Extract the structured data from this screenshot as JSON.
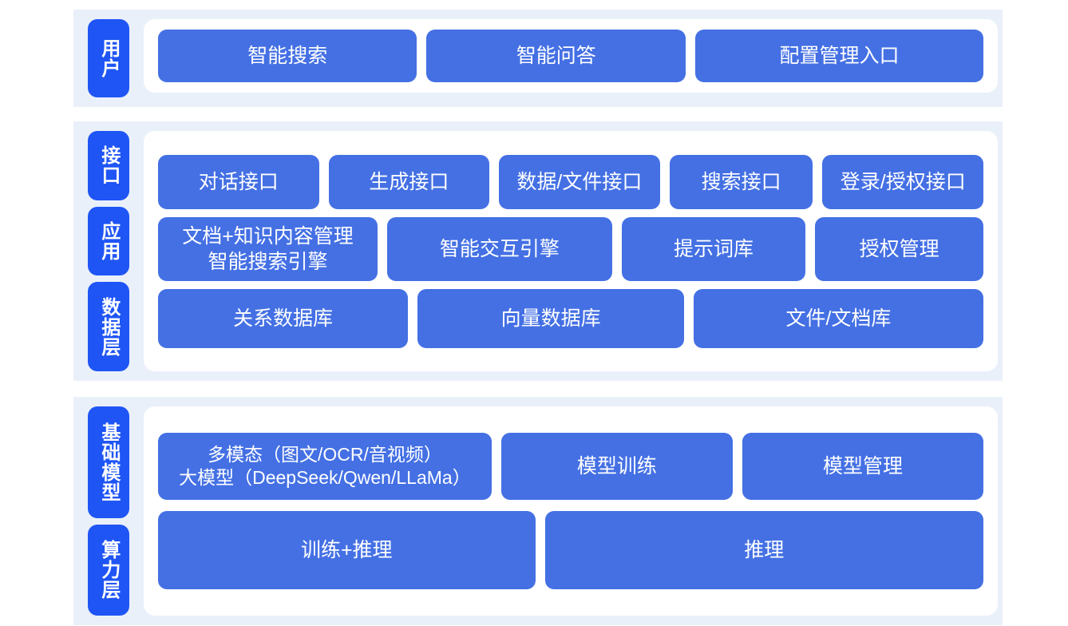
{
  "colors": {
    "band_background": "#eaf0fa",
    "panel_background": "#ffffff",
    "tab_blue": "#1f55f5",
    "box_blue": "#4470e4",
    "text_white": "#ffffff",
    "page_background": "#ffffff"
  },
  "bands": [
    {
      "id": "user",
      "tabs": [
        {
          "label": "用户"
        }
      ],
      "rows": [
        {
          "id": "user-entries",
          "boxes": [
            {
              "lines": [
                "智能搜索"
              ],
              "flex": 1
            },
            {
              "lines": [
                "智能问答"
              ],
              "flex": 1
            },
            {
              "lines": [
                "配置管理入口"
              ],
              "flex": 1.12
            }
          ]
        }
      ]
    },
    {
      "id": "core",
      "tabs": [
        {
          "label": "接口"
        },
        {
          "label": "应用"
        },
        {
          "label": "数据层"
        }
      ],
      "rows": [
        {
          "id": "interface",
          "boxes": [
            {
              "lines": [
                "对话接口"
              ],
              "flex": 1
            },
            {
              "lines": [
                "生成接口"
              ],
              "flex": 1
            },
            {
              "lines": [
                "数据/文件接口"
              ],
              "flex": 1
            },
            {
              "lines": [
                "搜索接口"
              ],
              "flex": 0.88
            },
            {
              "lines": [
                "登录/授权接口"
              ],
              "flex": 1
            }
          ]
        },
        {
          "id": "application",
          "boxes": [
            {
              "lines": [
                "文档+知识内容管理",
                "智能搜索引擎"
              ],
              "flex": 1.15
            },
            {
              "lines": [
                "智能交互引擎"
              ],
              "flex": 1.18
            },
            {
              "lines": [
                "提示词库"
              ],
              "flex": 0.95
            },
            {
              "lines": [
                "授权管理"
              ],
              "flex": 0.86
            }
          ]
        },
        {
          "id": "data",
          "boxes": [
            {
              "lines": [
                "关系数据库"
              ],
              "flex": 1
            },
            {
              "lines": [
                "向量数据库"
              ],
              "flex": 1.07
            },
            {
              "lines": [
                "文件/文档库"
              ],
              "flex": 1.17
            }
          ]
        }
      ]
    },
    {
      "id": "infra",
      "tabs": [
        {
          "label": "基础模型"
        },
        {
          "label": "算力层"
        }
      ],
      "rows": [
        {
          "id": "model",
          "boxes": [
            {
              "lines": [
                "多模态（图文/OCR/音视频）",
                "大模型（DeepSeek/Qwen/LLaMa）"
              ],
              "flex": 1.34,
              "size": "small"
            },
            {
              "lines": [
                "模型训练"
              ],
              "flex": 0.91
            },
            {
              "lines": [
                "模型管理"
              ],
              "flex": 0.95
            }
          ]
        },
        {
          "id": "compute",
          "boxes": [
            {
              "lines": [
                "训练+推理"
              ],
              "flex": 1
            },
            {
              "lines": [
                "推理"
              ],
              "flex": 1.17
            }
          ]
        }
      ]
    }
  ]
}
